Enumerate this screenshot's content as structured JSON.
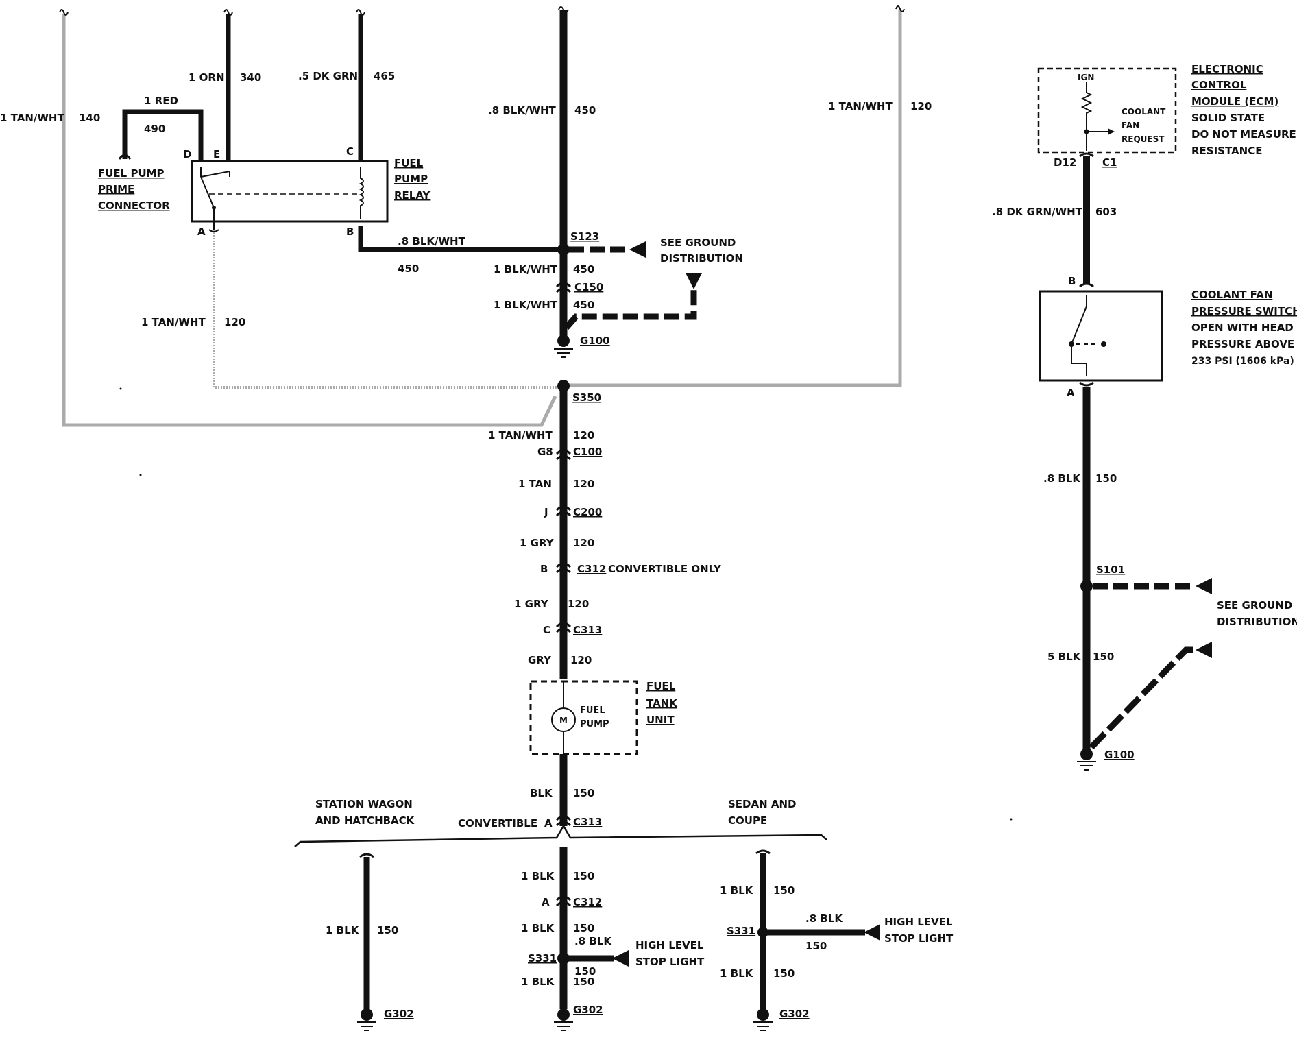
{
  "wires": {
    "tan140": {
      "label": "1 TAN/WHT",
      "circuit": "140"
    },
    "orn340": {
      "label": "1 ORN",
      "circuit": "340"
    },
    "dkgrn465": {
      "label": ".5 DK GRN",
      "circuit": "465"
    },
    "blkwht450_top": {
      "label": ".8 BLK/WHT",
      "circuit": "450"
    },
    "tan120_right": {
      "label": "1 TAN/WHT",
      "circuit": "120"
    },
    "red490": {
      "label": "1 RED",
      "circuit": "490"
    },
    "relayB": {
      "label": ".8 BLK/WHT",
      "circuit": "450"
    },
    "blkwht450_s123": {
      "label": "1 BLK/WHT",
      "circuit": "450"
    },
    "blkwht450_c150": {
      "label": "1 BLK/WHT",
      "circuit": "450"
    },
    "tan120_left": {
      "label": "1 TAN/WHT",
      "circuit": "120"
    },
    "tan120_s350": {
      "label": "1 TAN/WHT",
      "circuit": "120"
    },
    "tan120_c100": {
      "label": "1 TAN",
      "circuit": "120"
    },
    "gry120_c200": {
      "label": "1 GRY",
      "circuit": "120"
    },
    "gry120_c312": {
      "label": "1 GRY",
      "circuit": "120"
    },
    "gry120_c313": {
      "label": "GRY",
      "circuit": "120"
    },
    "blk150_pump": {
      "label": "BLK",
      "circuit": "150"
    },
    "sw_blk150": {
      "label": "1 BLK",
      "circuit": "150"
    },
    "cv_blk150_a": {
      "label": "1 BLK",
      "circuit": "150"
    },
    "cv_blk150_b": {
      "label": "1 BLK",
      "circuit": "150"
    },
    "cv_blk150_c": {
      "label": "1 BLK",
      "circuit": "150"
    },
    "cv_stop": {
      "label": ".8 BLK",
      "circuit": "150"
    },
    "sd_blk150_a": {
      "label": "1 BLK",
      "circuit": "150"
    },
    "sd_blk150_b": {
      "label": "1 BLK",
      "circuit": "150"
    },
    "sd_stop": {
      "label": ".8 BLK",
      "circuit": "150"
    },
    "ecm603": {
      "label": ".8 DK GRN/WHT",
      "circuit": "603"
    },
    "sw150": {
      "label": ".8 BLK",
      "circuit": "150"
    },
    "sw150_b": {
      "label": "5 BLK",
      "circuit": "150"
    }
  },
  "components": {
    "fuel_pump_prime": [
      "FUEL PUMP",
      "PRIME",
      "CONNECTOR"
    ],
    "fuel_pump_relay": [
      "FUEL",
      "PUMP",
      "RELAY"
    ],
    "fuel_tank_unit": [
      "FUEL",
      "TANK",
      "UNIT"
    ],
    "fuel_pump": [
      "FUEL",
      "PUMP"
    ],
    "motor": "M",
    "ecm": [
      "ELECTRONIC",
      "CONTROL",
      "MODULE (ECM)",
      "SOLID STATE",
      "DO NOT MEASURE",
      "RESISTANCE"
    ],
    "ecm_ign": "IGN",
    "coolant_fan_request": [
      "COOLANT",
      "FAN",
      "REQUEST"
    ],
    "pressure_switch": [
      "COOLANT FAN",
      "PRESSURE SWITCH",
      "OPEN WITH HEAD",
      "PRESSURE ABOVE",
      "233 PSI (1606 kPa)"
    ],
    "see_ground_1": [
      "SEE GROUND",
      "DISTRIBUTION"
    ],
    "see_ground_2": [
      "SEE GROUND",
      "DISTRIBUTION"
    ],
    "high_stop_1": [
      "HIGH LEVEL",
      "STOP LIGHT"
    ],
    "high_stop_2": [
      "HIGH LEVEL",
      "STOP LIGHT"
    ]
  },
  "pins": {
    "relay_D": "D",
    "relay_E": "E",
    "relay_C": "C",
    "relay_A": "A",
    "relay_B": "B",
    "c100": "G8",
    "c200": "J",
    "c312": "B",
    "c313": "C",
    "c313_bot": "A",
    "c312_bot": "A",
    "ecm_d12": "D12",
    "switch_B": "B",
    "switch_A": "A"
  },
  "refs": {
    "s123": "S123",
    "c150": "C150",
    "g100": "G100",
    "s350": "S350",
    "c100": "C100",
    "c200": "C200",
    "c312": "C312",
    "c313": "C313",
    "c313_bot": "C313",
    "c312_bot": "C312",
    "s331_a": "S331",
    "s331_b": "S331",
    "g302_a": "G302",
    "g302_b": "G302",
    "g302_c": "G302",
    "ecm_c1": "C1",
    "s101": "S101",
    "g100_right": "G100"
  },
  "notes": {
    "convertible_only": "CONVERTIBLE ONLY",
    "station_wagon": [
      "STATION WAGON",
      "AND HATCHBACK"
    ],
    "convertible": "CONVERTIBLE",
    "sedan": [
      "SEDAN AND",
      "COUPE"
    ]
  }
}
